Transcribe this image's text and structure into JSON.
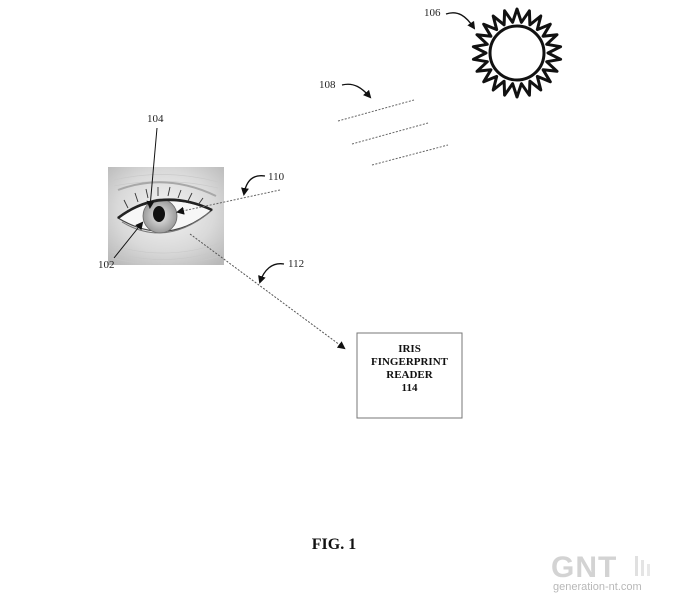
{
  "labels": {
    "iris": "102",
    "pupil": "104",
    "sun": "106",
    "light_rays": "108",
    "eye_reflection": "110",
    "scan_path": "112"
  },
  "reader_box": {
    "line1": "IRIS",
    "line2": "FINGERPRINT",
    "line3": "READER",
    "line4": "114"
  },
  "caption": "FIG. 1",
  "watermark": {
    "logo_text": "GNT",
    "site": "generation-nt.com"
  },
  "colors": {
    "ink": "#111111",
    "dotted_line": "#555555",
    "watermark": "#d3d3d3"
  }
}
